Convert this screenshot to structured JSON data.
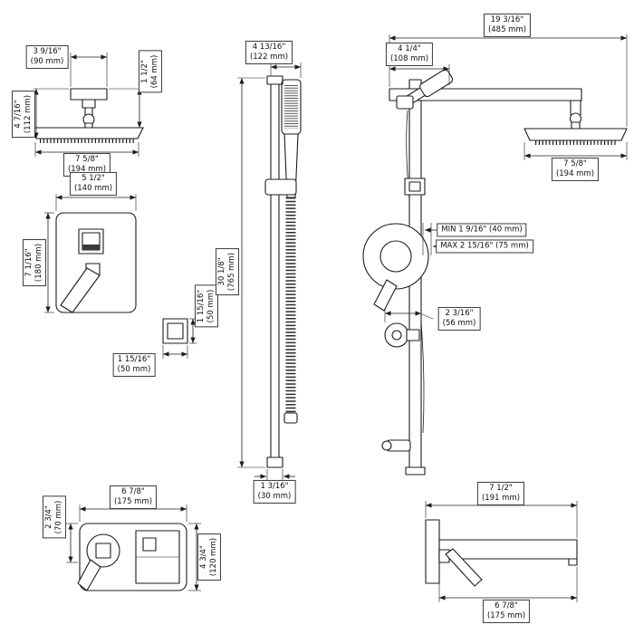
{
  "document": {
    "type": "technical dimension drawing",
    "subject": "shower system specification views",
    "background": "#ffffff",
    "line_color": "#1c1c1c"
  },
  "labels": {
    "showerhead_arm_width": {
      "in": "3 9/16\"",
      "mm": "(90 mm)"
    },
    "showerhead_height": {
      "in": "1 1/2\"",
      "mm": "(64 mm)"
    },
    "showerhead_drop": {
      "in": "4 7/16\"",
      "mm": "(112 mm)"
    },
    "showerhead_width": {
      "in": "7 5/8\"",
      "mm": "(194 mm)"
    },
    "valve_plate_width": {
      "in": "5 1/2\"",
      "mm": "(140 mm)"
    },
    "valve_plate_height": {
      "in": "7 1/16\"",
      "mm": "(180 mm)"
    },
    "valve_handle_height": {
      "in": "1 15/16\"",
      "mm": "(50 mm)"
    },
    "valve_handle_width": {
      "in": "1 15/16\"",
      "mm": "(50 mm)"
    },
    "handshower_length": {
      "in": "4 13/16\"",
      "mm": "(122 mm)"
    },
    "slidebar_height": {
      "in": "30 1/8\"",
      "mm": "(765 mm)"
    },
    "slidebar_diameter": {
      "in": "1 3/16\"",
      "mm": "(30 mm)"
    },
    "system_arm_reach": {
      "in": "19 3/16\"",
      "mm": "(485 mm)"
    },
    "system_holder_reach": {
      "in": "4 1/4\"",
      "mm": "(108 mm)"
    },
    "system_head_width": {
      "in": "7 5/8\"",
      "mm": "(194 mm)"
    },
    "wall_depth_min": {
      "text": "MIN 1 9/16\" (40 mm)"
    },
    "wall_depth_max": {
      "text": "MAX 2 15/16\" (75 mm)"
    },
    "spout_projection": {
      "in": "2 3/16\"",
      "mm": "(56 mm)"
    },
    "faucet_top_width": {
      "in": "6 7/8\"",
      "mm": "(175 mm)"
    },
    "faucet_top_handle": {
      "in": "2 3/4\"",
      "mm": "(70 mm)"
    },
    "faucet_top_depth": {
      "in": "4 3/4\"",
      "mm": "(120 mm)"
    },
    "faucet_side_width": {
      "in": "7 1/2\"",
      "mm": "(191 mm)"
    },
    "faucet_side_spout": {
      "in": "6 7/8\"",
      "mm": "(175 mm)"
    }
  }
}
